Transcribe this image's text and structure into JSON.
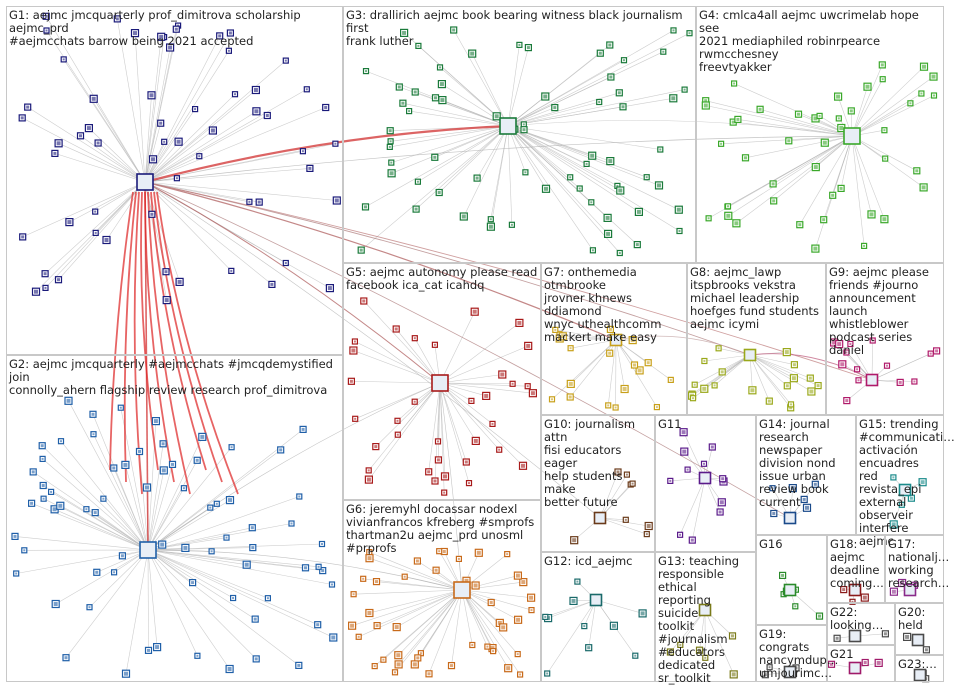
{
  "groups": [
    {
      "id": "g1",
      "label": "G1: aejmc jmcquarterly prof_dimitrova scholarship aejmc_prd\n#aejmcchats barrow being 2021 accepted",
      "color": "#1a1a7a"
    },
    {
      "id": "g2",
      "label": "G2: aejmc jmcquarterly #aejmcchats #jmcqdemystified join\nconnolly_ahern flagship review research prof_dimitrova",
      "color": "#1f5fa8"
    },
    {
      "id": "g3",
      "label": "G3: drallirich aejmc book bearing witness black journalism first\nfrank luther",
      "color": "#1a7a3a"
    },
    {
      "id": "g4",
      "label": "G4: cmlca4all aejmc uwcrimelab hope see\n2021 mediaphiled robinrpearce rwmcchesney\nfreevtyakker",
      "color": "#3aa82a"
    },
    {
      "id": "g5",
      "label": "G5: aejmc autonomy please read\nfacebook ica_cat icahdq",
      "color": "#a81a1a"
    },
    {
      "id": "g6",
      "label": "G6: jeremyhl docassar nodexl\nvivianfrancos kfreberg #smprofs\nthartman2u aejmc_prd unosml\n#prprofs",
      "color": "#c86a1a"
    },
    {
      "id": "g7",
      "label": "G7: onthemedia otmbrooke\njrovner khnews ddiamond\nwnyc uthealthcomm\nmackert make easy",
      "color": "#c8a01a"
    },
    {
      "id": "g8",
      "label": "G8: aejmc_lawp\nitspbrooks vekstra\nmichael leadership\nhoefges fund students\naejmc icymi",
      "color": "#9aa81a"
    },
    {
      "id": "g9",
      "label": "G9: aejmc please\nfriends #journo\nannouncement\nlaunch whistleblower\npodcast series daniel",
      "color": "#b01a6a"
    },
    {
      "id": "g10",
      "label": "G10: journalism attn\nfisi educators eager\nhelp students make\nbetter future",
      "color": "#6a3a1a"
    },
    {
      "id": "g11",
      "label": "G11",
      "color": "#5a1a8a"
    },
    {
      "id": "g12",
      "label": "G12: icd_aejmc",
      "color": "#1a6a6a"
    },
    {
      "id": "g13",
      "label": "G13: teaching\nresponsible ethical\nreporting suicide\ntoolkit #journalism\n#educators\ndedicated\nsr_toolkit",
      "color": "#7a7a1a"
    },
    {
      "id": "g14",
      "label": "G14: journal\nresearch\nnewspaper\ndivision nond\nissue urban\nreview book\ncurrent",
      "color": "#1a4a8a"
    },
    {
      "id": "g15",
      "label": "G15: trending\n#communicati…\nactivación\nencuadres red\nrevista_epi\nexternal\nobserveir\ninterfere aejmc",
      "color": "#1a8a8a"
    },
    {
      "id": "g16",
      "label": "G16",
      "color": "#2a8a2a"
    },
    {
      "id": "g17",
      "label": "G17:\nnationalj…\nworking\nresearch…",
      "color": "#8a2a8a"
    },
    {
      "id": "g18",
      "label": "G18:\naejmc\ndeadline\ncoming…",
      "color": "#8a1a1a"
    },
    {
      "id": "g19",
      "label": "G19:\ncongrats\nnancymdup…\numjourimc…",
      "color": "#4a4a4a"
    },
    {
      "id": "g20",
      "label": "G20:\nheld",
      "color": "#4a4a4a"
    },
    {
      "id": "g21",
      "label": "G21",
      "color": "#a01a6a"
    },
    {
      "id": "g22",
      "label": "G22:\nlooking…",
      "color": "#4a4a4a"
    },
    {
      "id": "g23",
      "label": "G23:…",
      "color": "#4a4a4a"
    }
  ]
}
